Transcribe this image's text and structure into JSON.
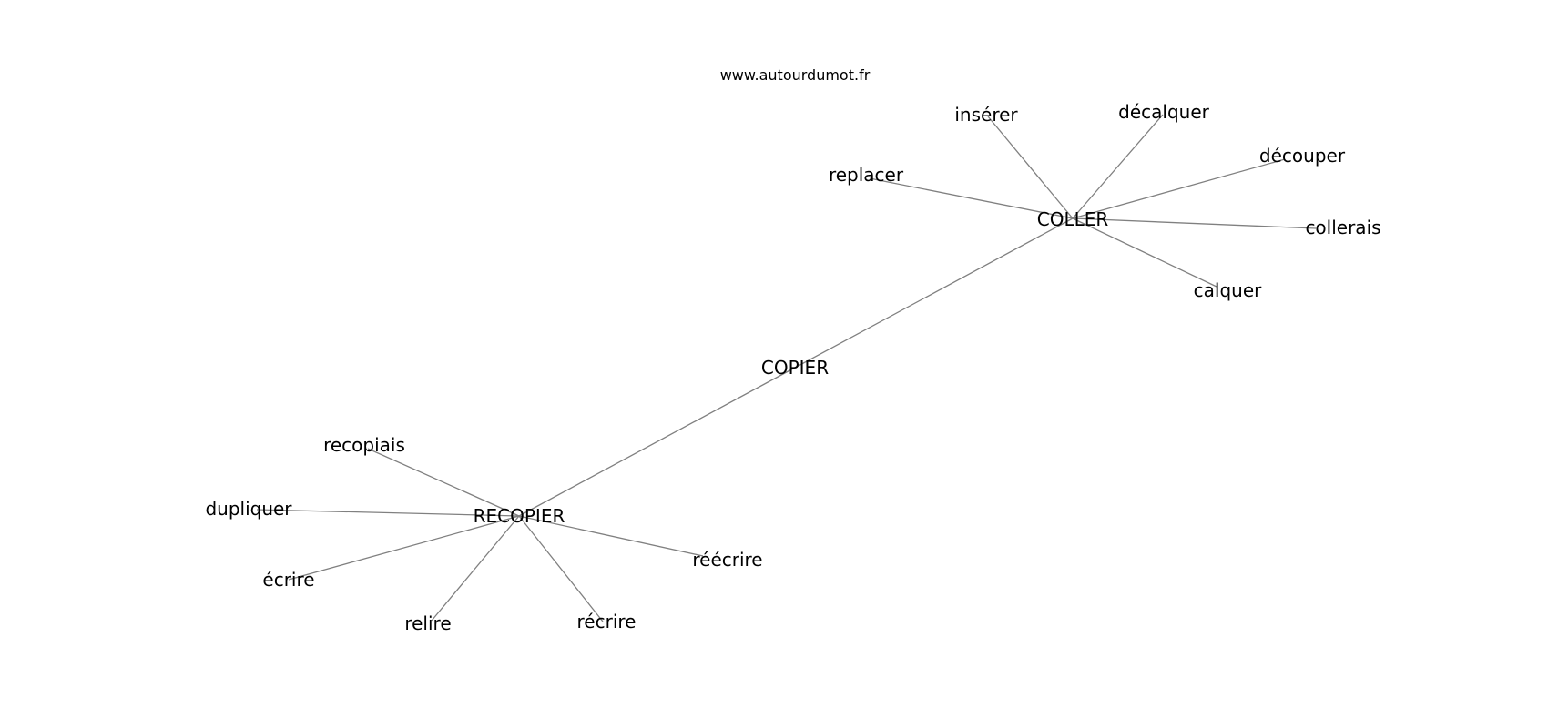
{
  "source": "www.autourdumot.fr",
  "colors": {
    "edge": "#808080",
    "text": "#000000",
    "background": "#ffffff"
  },
  "nodes": {
    "copier": "COPIER",
    "coller": "COLLER",
    "recopier": "RECOPIER",
    "inserer": "insérer",
    "decalquer": "décalquer",
    "decouper": "découper",
    "replacer": "replacer",
    "collerais": "collerais",
    "calquer": "calquer",
    "recopiais": "recopiais",
    "dupliquer": "dupliquer",
    "ecrire": "écrire",
    "relire": "relire",
    "recrire": "récrire",
    "reecrire": "réécrire"
  },
  "edges": [
    [
      "copier",
      "coller"
    ],
    [
      "copier",
      "recopier"
    ],
    [
      "coller",
      "inserer"
    ],
    [
      "coller",
      "decalquer"
    ],
    [
      "coller",
      "decouper"
    ],
    [
      "coller",
      "replacer"
    ],
    [
      "coller",
      "collerais"
    ],
    [
      "coller",
      "calquer"
    ],
    [
      "recopier",
      "recopiais"
    ],
    [
      "recopier",
      "dupliquer"
    ],
    [
      "recopier",
      "ecrire"
    ],
    [
      "recopier",
      "relire"
    ],
    [
      "recopier",
      "recrire"
    ],
    [
      "recopier",
      "reecrire"
    ]
  ]
}
